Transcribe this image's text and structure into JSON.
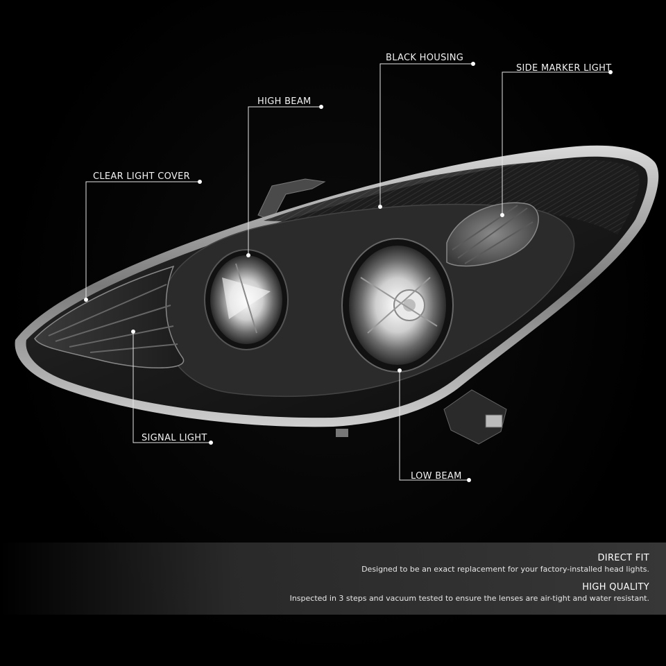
{
  "callouts": {
    "black_housing": "BLACK HOUSING",
    "side_marker_light": "SIDE MARKER LIGHT",
    "high_beam": "HIGH BEAM",
    "clear_light_cover": "CLEAR LIGHT COVER",
    "signal_light": "SIGNAL LIGHT",
    "low_beam": "LOW BEAM"
  },
  "features": [
    {
      "title": "DIRECT FIT",
      "description": "Designed to be an exact replacement for your factory-installed head lights."
    },
    {
      "title": "HIGH QUALITY",
      "description": "Inspected in 3 steps and vacuum tested to ensure the lenses are air-tight and water resistant."
    }
  ],
  "colors": {
    "background": "#000000",
    "callout_line": "#e6e6e6",
    "panel": "#3a3a3a",
    "text": "#ffffff"
  }
}
